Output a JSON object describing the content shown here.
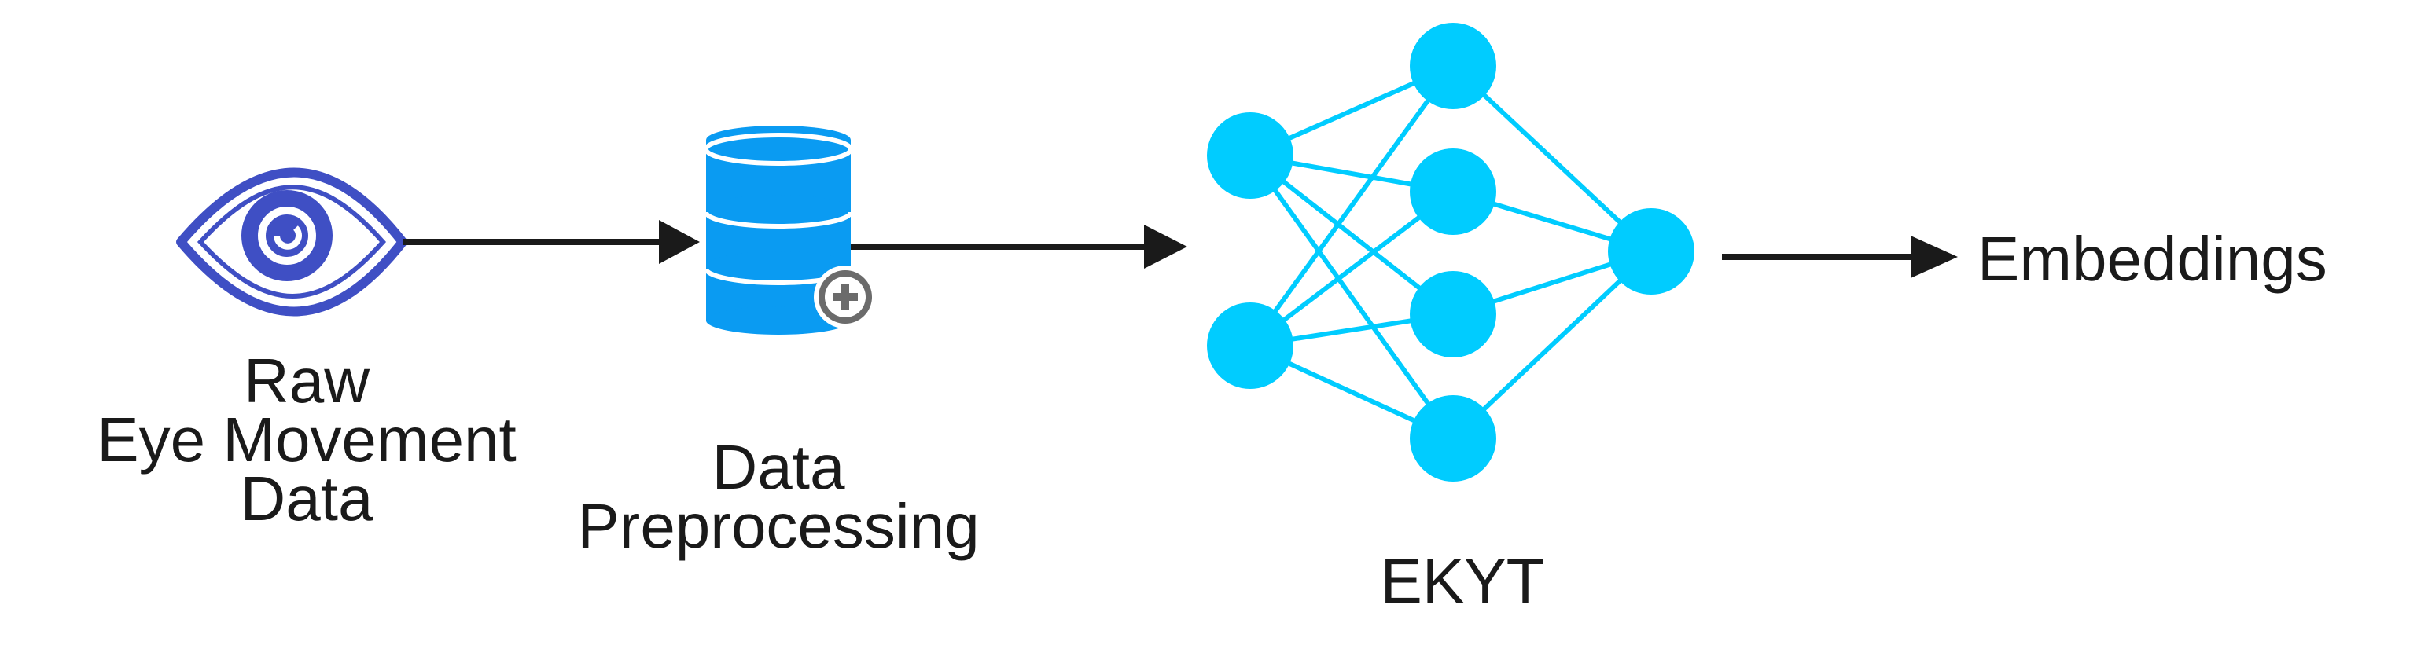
{
  "diagram": {
    "stages": [
      {
        "id": "raw",
        "label_lines": [
          "Raw",
          "Eye Movement",
          "Data"
        ],
        "icon": "eye-icon"
      },
      {
        "id": "preprocessing",
        "label_lines": [
          "Data",
          "Preprocessing"
        ],
        "icon": "database-add-icon"
      },
      {
        "id": "model",
        "label_lines": [
          "EKYT"
        ],
        "icon": "neural-network-icon"
      },
      {
        "id": "output",
        "label_lines": [
          "Embeddings"
        ]
      }
    ],
    "colors": {
      "eye": "#3f4fc4",
      "database": "#0a9bf2",
      "database_top": "#0a9bf2",
      "plus_badge": "#6b6b6b",
      "network": "#00ccff",
      "arrow": "#1a1a1a",
      "text": "#1a1a1a"
    }
  }
}
